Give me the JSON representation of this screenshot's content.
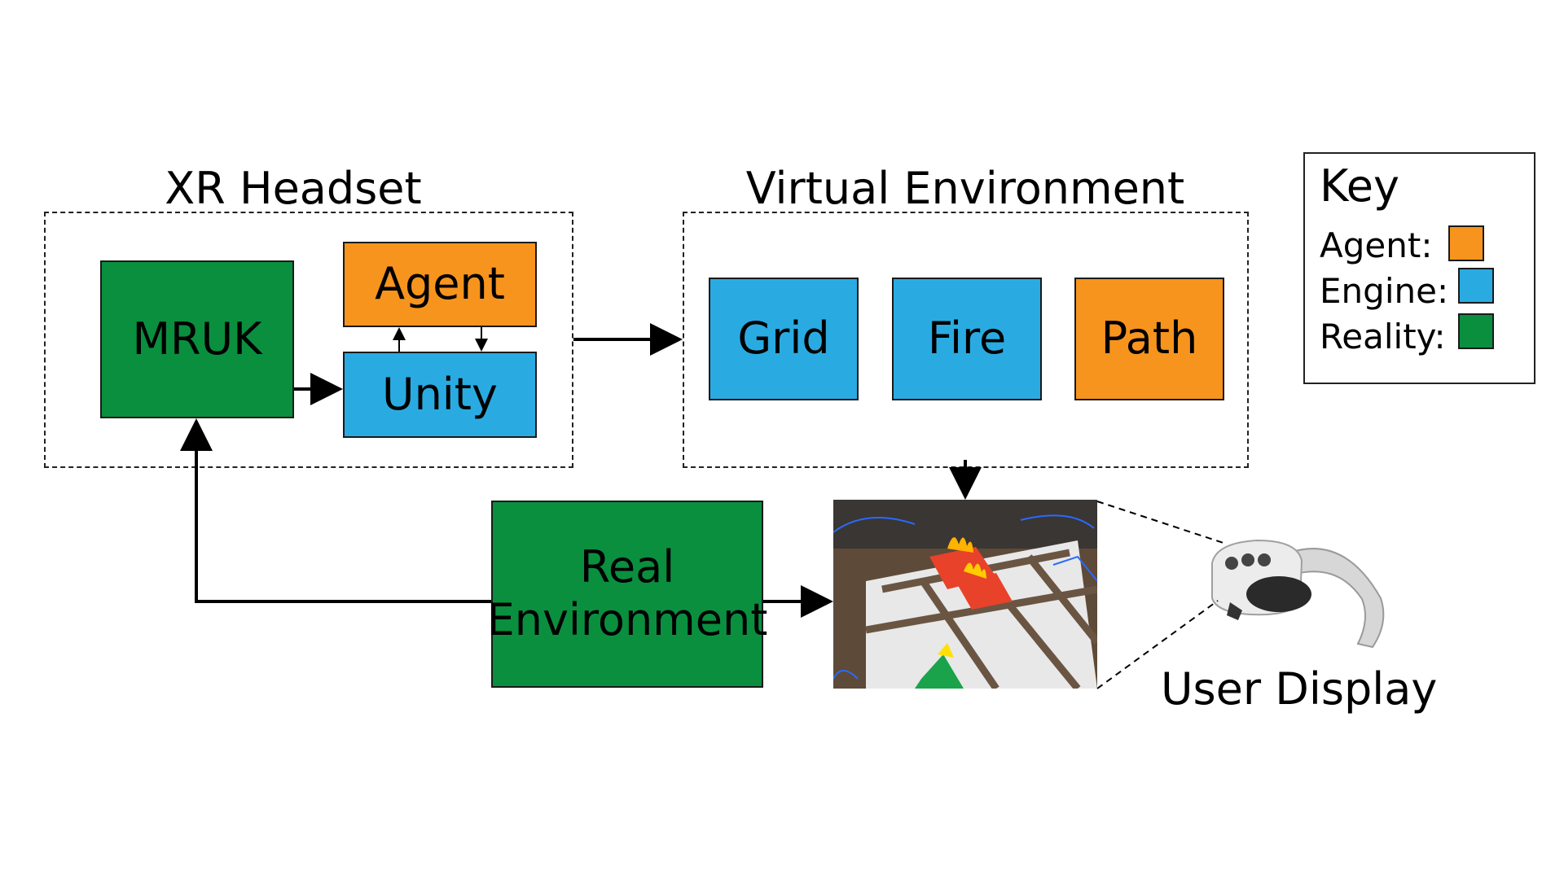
{
  "groups": {
    "xr_headset": "XR Headset",
    "virtual_environment": "Virtual Environment"
  },
  "nodes": {
    "mruk": "MRUK",
    "agent": "Agent",
    "unity": "Unity",
    "grid": "Grid",
    "fire": "Fire",
    "path": "Path",
    "real_env_line1": "Real",
    "real_env_line2": "Environment",
    "user_display": "User Display"
  },
  "key": {
    "title": "Key",
    "rows": [
      {
        "label": "Agent:",
        "color": "#f7941d"
      },
      {
        "label": "Engine:",
        "color": "#29abe2"
      },
      {
        "label": "Reality:",
        "color": "#0a8f3f"
      }
    ]
  },
  "colors": {
    "agent": "#f7941d",
    "engine": "#29abe2",
    "reality": "#0a8f3f"
  }
}
